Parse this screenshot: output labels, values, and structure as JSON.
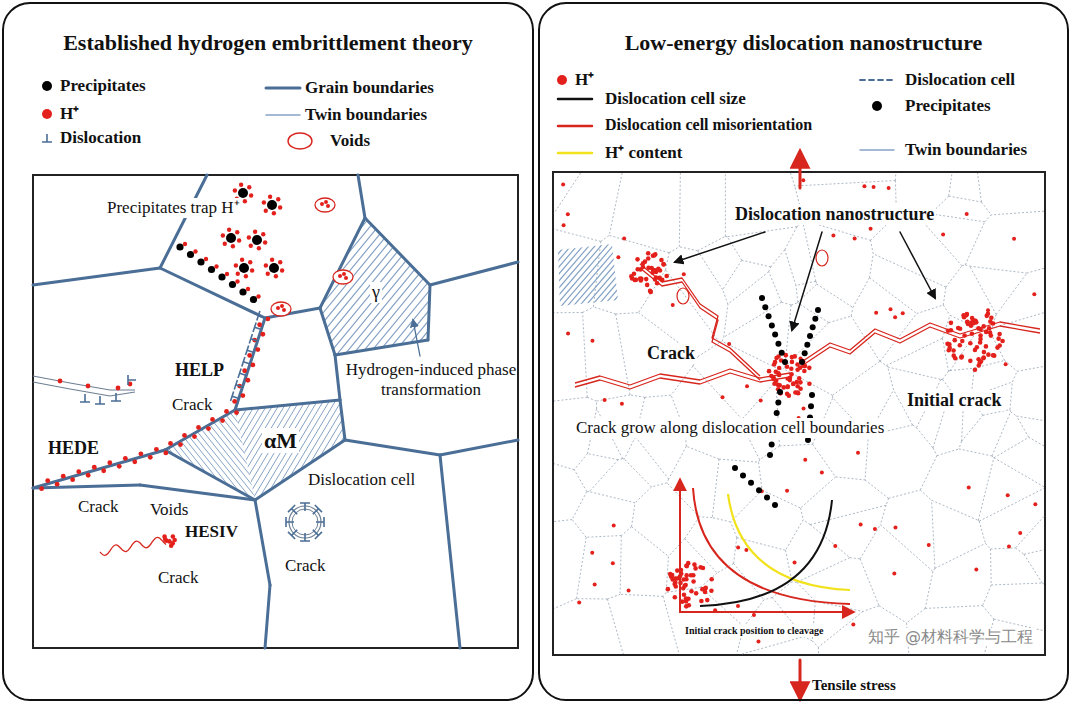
{
  "diagram": {
    "nodes": [
      {
        "text": [
          "Established hydrogen embrittlement theory"
        ]
      },
      {
        "text": [
          "Low-energy dislocation nanostructure"
        ]
      }
    ],
    "labels": [
      "Precipitates trap H⁺",
      "γ",
      "Hydrogen-induced phase transformation",
      "HELP",
      "Crack",
      "αM",
      "HEDE",
      "Crack",
      "Voids",
      "HESIV",
      "Crack",
      "Dislocation cell",
      "Crack",
      "Dislocation nanostructure",
      "Crack",
      "Initial crack",
      "Crack grow along dislocation cell boundaries",
      "Initial crack position to cleavage",
      "Tensile stress",
      "知乎 @材料科学与工程"
    ],
    "legend": [
      {
        "text": "Precipitates",
        "color": "#000000"
      },
      {
        "text": "H⁺",
        "color": "#e3201b"
      },
      {
        "text": "Dislocation"
      },
      {
        "text": "Grain boundaries"
      },
      {
        "text": "Twin boundaries"
      },
      {
        "text": "Voids"
      },
      {
        "text": "H⁺",
        "color": "#e3201b"
      },
      {
        "text": "Dislocation cell size"
      },
      {
        "text": "Dislocation cell misorientation"
      },
      {
        "text": "H⁺ content"
      },
      {
        "text": "Dislocation cell"
      },
      {
        "text": "Precipitates",
        "color": "#000000"
      },
      {
        "text": "Twin boundaries"
      }
    ]
  }
}
